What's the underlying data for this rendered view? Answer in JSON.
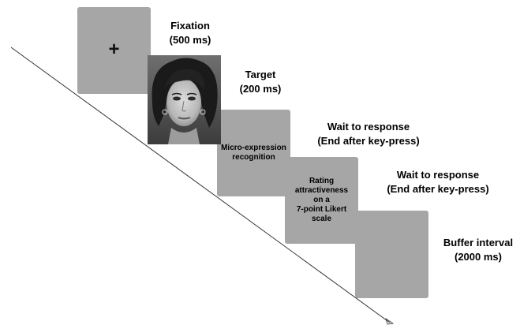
{
  "stages": {
    "fixation": {
      "symbol": "+",
      "label": "Fixation\n(500 ms)"
    },
    "target": {
      "label": "Target\n(200 ms)"
    },
    "micro": {
      "screen_text": "Micro-expression\nrecognition",
      "label": "Wait to response\n(End after key-press)"
    },
    "rating": {
      "screen_text": "Rating\nattractiveness\non a\n7-point Likert\nscale",
      "label": "Wait to response\n(End after key-press)"
    },
    "buffer": {
      "label": "Buffer interval\n(2000 ms)"
    }
  },
  "colors": {
    "panel": "#a6a6a6",
    "line": "#333333"
  }
}
